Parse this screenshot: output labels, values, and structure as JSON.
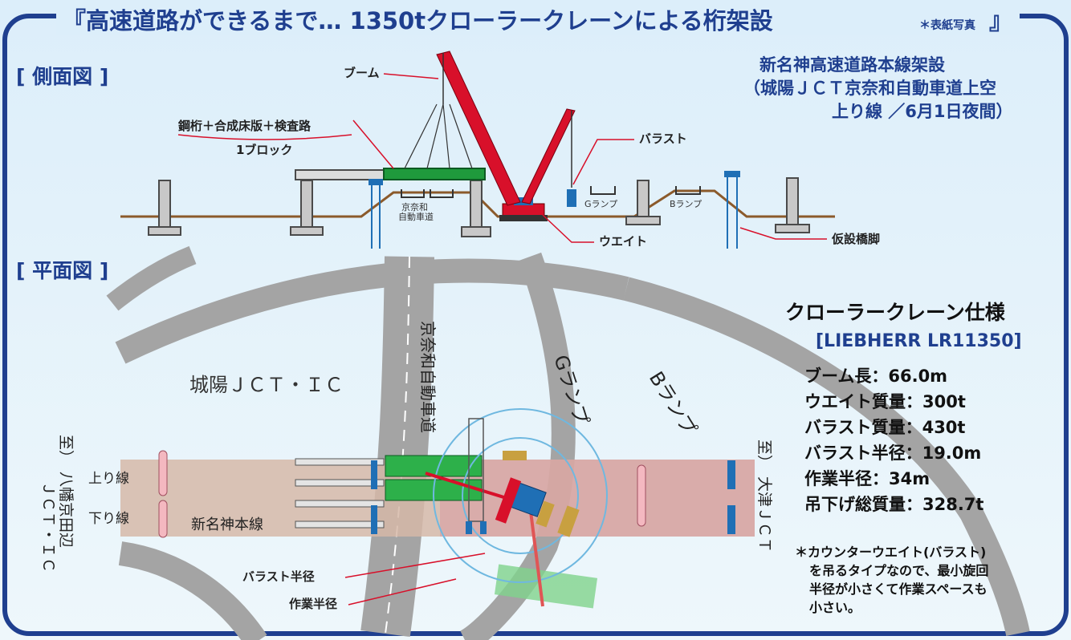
{
  "title": "『高速道路ができるまで…  1350tクローラークレーンによる桁架設",
  "title_note": "＊表紙写真",
  "title_close": "』",
  "side_view": {
    "heading": "[ 側面図 ]",
    "project": [
      "新名神高速道路本線架設",
      "（城陽ＪＣＴ京奈和自動車道上空",
      "上り線 ／6月1日夜間）"
    ],
    "labels": {
      "boom": "ブーム",
      "girder": "鋼桁＋合成床版＋検査路",
      "block": "1ブロック",
      "ballast": "バラスト",
      "weight": "ウエイト",
      "temp_pier": "仮設橋脚",
      "keinawa_1": "京奈和",
      "keinawa_2": "自動車道",
      "g_ramp": "Gランプ",
      "b_ramp": "Bランプ"
    }
  },
  "plan_view": {
    "heading": "[ 平面図 ]",
    "labels": {
      "jct": "城陽ＪＣＴ・ＩＣ",
      "keinawa_road": "京奈和自動車道",
      "g_ramp": "Gランプ",
      "b_ramp": "Bランプ",
      "west_to": "至）",
      "west_dest_1": "八幡京田辺",
      "west_dest_2": "ＪＣＴ・ＩＣ",
      "east_to": "至）",
      "east_dest": "大津ＪＣＴ",
      "up_line": "上り線",
      "down_line": "下り線",
      "main_line": "新名神本線",
      "ballast_radius": "バラスト半径",
      "work_radius": "作業半径"
    }
  },
  "specs": {
    "title": "クローラークレーン仕様",
    "model": "[LIEBHERR LR11350]",
    "items": [
      "ブーム長：66.0m",
      "ウエイト質量：300t",
      "バラスト質量：430t",
      "バラスト半径：19.0m",
      "作業半径：34m",
      "吊下げ総質量：328.7t"
    ],
    "note": [
      "＊カウンターウエイト(バラスト)",
      "を吊るタイプなので、最小旋回",
      "半径が小さくて作業スペースも",
      "小さい。"
    ]
  },
  "colors": {
    "navy": "#1f3f8f",
    "crane_red": "#d8102a",
    "road_gray": "#a4a4a4",
    "band": "#d6b8a8",
    "girder_green": "#1f9a3c",
    "ground": "#8b5a2b",
    "bg": "#e6f1f8"
  }
}
